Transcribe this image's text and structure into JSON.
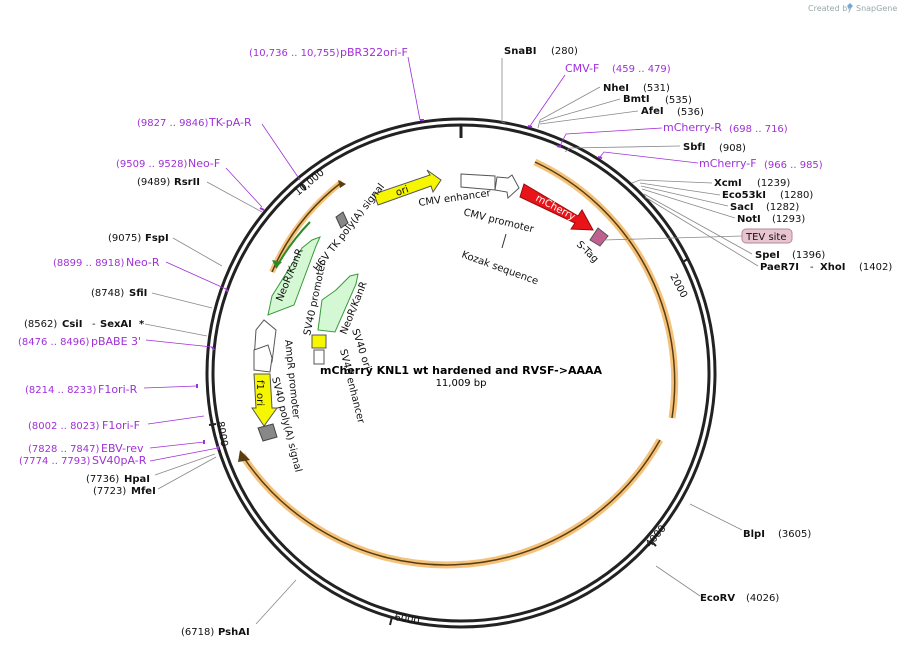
{
  "branding": {
    "created_by": "Created by",
    "app_name": "SnapGene"
  },
  "plasmid": {
    "name": "mCherry KNL1 wt hardened and RVSF->AAAA",
    "size": "11,009 bp"
  },
  "ticks": [
    "10,000",
    "2000",
    "4000",
    "6000",
    "8000"
  ],
  "features": {
    "ori": "ori",
    "mcherry": "mCherry",
    "cmv_enhancer": "CMV enhancer",
    "cmv_promoter": "CMV promoter",
    "kozak": "Kozak sequence",
    "stag": "S-Tag",
    "tev_site": "TEV site",
    "hsv_tk": "HSV TK poly(A) signal",
    "neokanr_1": "NeoR/KanR",
    "neokanr_2": "NeoR/KanR",
    "sv40_promoter": "SV40 promoter",
    "sv40_ori": "SV40 ori",
    "ampr_promoter": "AmpR promoter",
    "sv40_enhancer": "SV40 enhancer",
    "f1ori": "f1 ori",
    "sv40_polya": "SV40 poly(A) signal"
  },
  "primers": {
    "pbr322": {
      "range": "(10,736 .. 10,755)",
      "name": "pBR322ori-F"
    },
    "cmvf": {
      "name": "CMV-F",
      "range": "(459 .. 479)"
    },
    "mcherryr": {
      "name": "mCherry-R",
      "range": "(698 .. 716)"
    },
    "mcherryf": {
      "name": "mCherry-F",
      "range": "(966 .. 985)"
    },
    "tkpar": {
      "range": "(9827 .. 9846)",
      "name": "TK-pA-R"
    },
    "neof": {
      "range": "(9509 .. 9528)",
      "name": "Neo-F"
    },
    "neor": {
      "range": "(8899 .. 8918)",
      "name": "Neo-R"
    },
    "pbabe": {
      "range": "(8476 .. 8496)",
      "name": "pBABE 3'"
    },
    "f1orir": {
      "range": "(8214 .. 8233)",
      "name": "F1ori-R"
    },
    "f1orif": {
      "range": "(8002 .. 8023)",
      "name": "F1ori-F"
    },
    "ebvrev": {
      "range": "(7828 .. 7847)",
      "name": "EBV-rev"
    },
    "sv40par": {
      "range": "(7774 .. 7793)",
      "name": "SV40pA-R"
    }
  },
  "sites": {
    "snabi": {
      "name": "SnaBI",
      "pos": "(280)"
    },
    "nhei": {
      "name": "NheI",
      "pos": "(531)"
    },
    "bmti": {
      "name": "BmtI",
      "pos": "(535)"
    },
    "afei": {
      "name": "AfeI",
      "pos": "(536)"
    },
    "sbfi": {
      "name": "SbfI",
      "pos": "(908)"
    },
    "xcmi": {
      "name": "XcmI",
      "pos": "(1239)"
    },
    "eco53ki": {
      "name": "Eco53kI",
      "pos": "(1280)"
    },
    "saci": {
      "name": "SacI",
      "pos": "(1282)"
    },
    "noti": {
      "name": "NotI",
      "pos": "(1293)"
    },
    "spei": {
      "name": "SpeI",
      "pos": "(1396)"
    },
    "paer7i": {
      "name": "PaeR7I",
      "sep": "-",
      "name2": "XhoI",
      "pos": "(1402)"
    },
    "blpi": {
      "name": "BlpI",
      "pos": "(3605)"
    },
    "ecorv": {
      "name": "EcoRV",
      "pos": "(4026)"
    },
    "psha": {
      "pos": "(6718)",
      "name": "PshAI"
    },
    "rsrii": {
      "pos": "(9489)",
      "name": "RsrII"
    },
    "fspi": {
      "pos": "(9075)",
      "name": "FspI"
    },
    "sfii": {
      "pos": "(8748)",
      "name": "SfiI"
    },
    "csii": {
      "pos": "(8562)",
      "name": "CsiI",
      "sep": "-",
      "name2": "SexAI",
      "star": "*"
    },
    "hpai": {
      "pos": "(7736)",
      "name": "HpaI"
    },
    "mfei": {
      "pos": "(7723)",
      "name": "MfeI"
    }
  },
  "colors": {
    "backbone": "#222222",
    "orange": "#f0a830",
    "purple": "#a030d8",
    "mcherry": "#e8141a",
    "ori": "#f6f600",
    "green_fill": "#d4f7d4",
    "green_stroke": "#3a9a3a",
    "tev_fill": "#e7c4d0"
  }
}
